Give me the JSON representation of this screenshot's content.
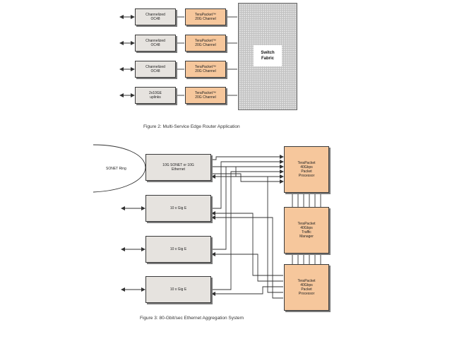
{
  "figure2": {
    "left_boxes": [
      "Channelized\nOC48",
      "Channelized\nOC48",
      "Channelized\nOC48",
      "2x10GE\nuplinks"
    ],
    "right_boxes": [
      "TeraPacket™\n20G Channel",
      "TeraPacket™\n20G Channel",
      "TeraPacket™\n20G Channel",
      "TeraPacket™\n20G Channel"
    ],
    "fabric_label": "Switch\nFabric",
    "caption": "Figure 2: Multi-Service Edge Router Application"
  },
  "figure3": {
    "ring_label": "SONET Ring",
    "left_boxes": [
      "10G SONET or 10G\nEthernet",
      "10 x Gig E",
      "10 x Gig E",
      "10 x Gig E"
    ],
    "right_boxes": [
      "TeraPacket\n40Gbps\nPacket\nProcessor",
      "TeraPacket\n40Gbps\nTraffic\nManager",
      "TeraPacket\n40Gbps\nPacket\nProcessor"
    ],
    "caption": "Figure 3: 80-Gbit/sec Ethernet Aggregation System"
  },
  "colors": {
    "gray_box": "#e6e3df",
    "orange_box": "#f6c79c",
    "line": "#333333"
  }
}
